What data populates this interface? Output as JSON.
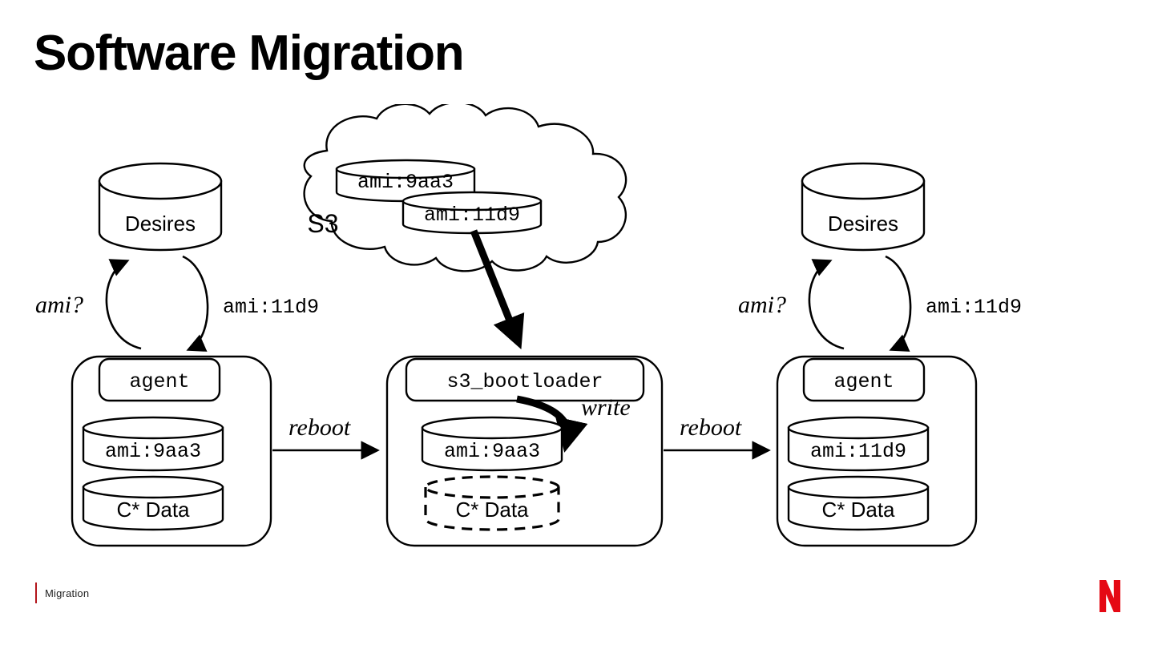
{
  "slide": {
    "title": "Software Migration",
    "footer_label": "Migration",
    "brand_icon": "netflix-n-logo",
    "accent_color": "#e50914",
    "footer_rule_color": "#b3141a"
  },
  "diagram": {
    "type": "architecture-flow",
    "cloud": {
      "label": "S3",
      "icon": "cloud-shape",
      "artifacts": [
        {
          "label": "ami:9aa3",
          "icon": "cylinder"
        },
        {
          "label": "ami:11d9",
          "icon": "cylinder"
        }
      ]
    },
    "stages": [
      {
        "id": "before",
        "icon": "instance-box",
        "process": {
          "label": "agent",
          "icon": "process-box"
        },
        "volumes": [
          {
            "label": "ami:9aa3",
            "icon": "cylinder",
            "style": "solid"
          },
          {
            "label": "C* Data",
            "icon": "cylinder",
            "style": "solid"
          }
        ],
        "control_plane": {
          "label": "Desires",
          "icon": "cylinder",
          "request_label": "ami?",
          "response_label": "ami:11d9"
        }
      },
      {
        "id": "bootloading",
        "icon": "instance-box",
        "process": {
          "label": "s3_bootloader",
          "icon": "process-box"
        },
        "volumes": [
          {
            "label": "ami:9aa3",
            "icon": "cylinder",
            "style": "solid"
          },
          {
            "label": "C* Data",
            "icon": "cylinder",
            "style": "dashed"
          }
        ],
        "write_label": "write"
      },
      {
        "id": "after",
        "icon": "instance-box",
        "process": {
          "label": "agent",
          "icon": "process-box"
        },
        "volumes": [
          {
            "label": "ami:11d9",
            "icon": "cylinder",
            "style": "solid"
          },
          {
            "label": "C* Data",
            "icon": "cylinder",
            "style": "solid"
          }
        ],
        "control_plane": {
          "label": "Desires",
          "icon": "cylinder",
          "request_label": "ami?",
          "response_label": "ami:11d9"
        }
      }
    ],
    "transitions": [
      {
        "label": "reboot",
        "from": "before",
        "to": "bootloading"
      },
      {
        "label": "reboot",
        "from": "bootloading",
        "to": "after"
      }
    ],
    "download": {
      "from": "ami:11d9",
      "to": "s3_bootloader"
    }
  }
}
